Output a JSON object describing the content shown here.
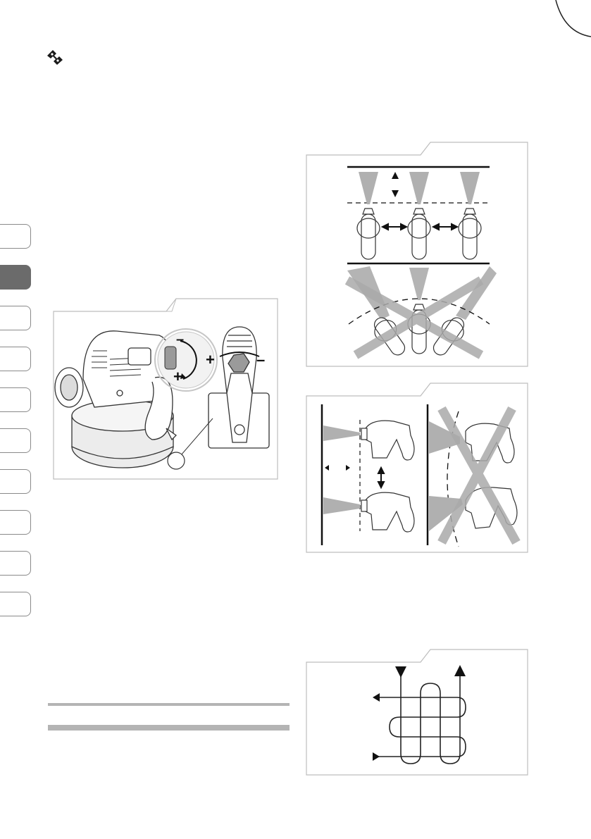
{
  "page": {
    "icons": [
      "page-corner-icon",
      "tool-icon"
    ],
    "side_tabs": {
      "count": 10,
      "active_index": 1
    },
    "figures": [
      {
        "name": "figure-gun-adjustment",
        "symbols": {
          "minus": "–",
          "plus": "+"
        }
      },
      {
        "name": "figure-spray-distance-front"
      },
      {
        "name": "figure-spray-distance-side"
      },
      {
        "name": "figure-spray-pattern"
      }
    ]
  }
}
